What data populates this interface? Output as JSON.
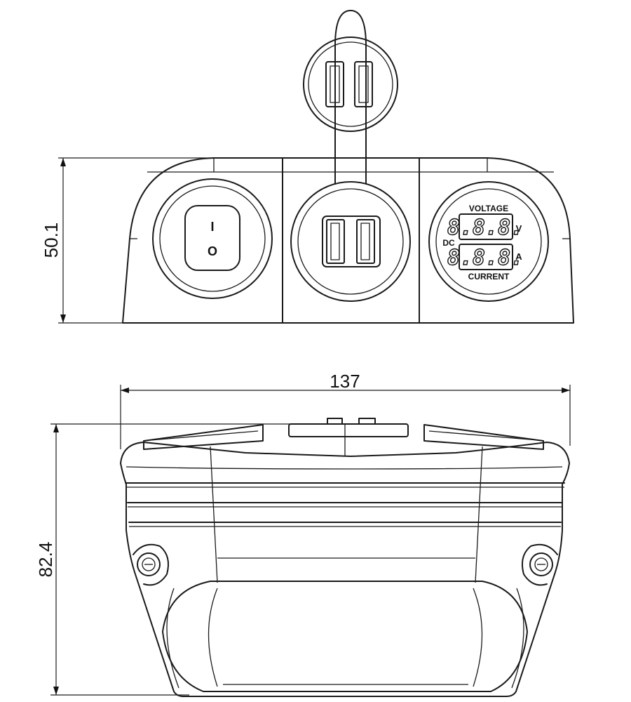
{
  "dimensions": {
    "height_front": "50.1",
    "width_top": "137",
    "depth_top": "82.4"
  },
  "meter": {
    "top_label": "VOLTAGE",
    "bottom_label": "CURRENT",
    "side_label": "DC",
    "volt_unit": "V",
    "amp_unit": "A",
    "volt_digits": "8.8.8.",
    "amp_digits": "8.8.8."
  },
  "switch": {
    "on_symbol": "I",
    "off_symbol": "O"
  }
}
